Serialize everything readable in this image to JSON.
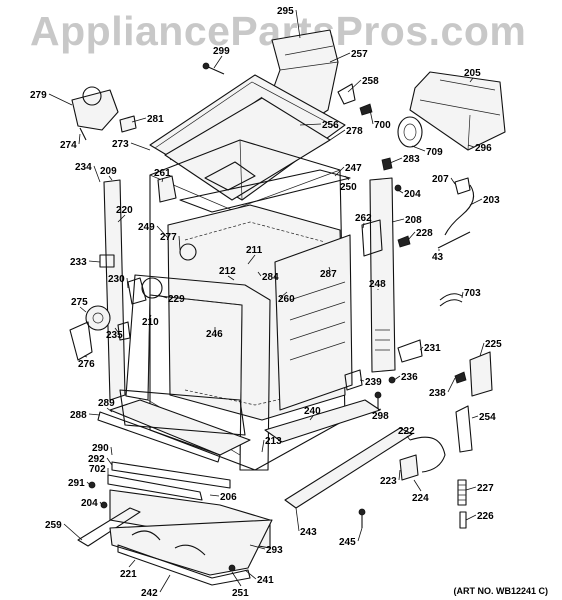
{
  "watermark": "AppliancePartsPros.com",
  "art_number": "(ART NO. WB12241 C)",
  "callouts": [
    {
      "id": "295"
    },
    {
      "id": "299"
    },
    {
      "id": "257"
    },
    {
      "id": "258"
    },
    {
      "id": "205"
    },
    {
      "id": "279"
    },
    {
      "id": "281"
    },
    {
      "id": "274"
    },
    {
      "id": "273"
    },
    {
      "id": "256"
    },
    {
      "id": "278"
    },
    {
      "id": "700"
    },
    {
      "id": "709"
    },
    {
      "id": "296"
    },
    {
      "id": "234"
    },
    {
      "id": "209"
    },
    {
      "id": "261"
    },
    {
      "id": "247"
    },
    {
      "id": "283"
    },
    {
      "id": "250"
    },
    {
      "id": "204"
    },
    {
      "id": "207"
    },
    {
      "id": "203"
    },
    {
      "id": "220"
    },
    {
      "id": "262"
    },
    {
      "id": "208"
    },
    {
      "id": "228"
    },
    {
      "id": "249"
    },
    {
      "id": "277"
    },
    {
      "id": "211"
    },
    {
      "id": "43"
    },
    {
      "id": "233"
    },
    {
      "id": "212"
    },
    {
      "id": "284"
    },
    {
      "id": "287"
    },
    {
      "id": "230"
    },
    {
      "id": "248"
    },
    {
      "id": "703"
    },
    {
      "id": "275"
    },
    {
      "id": "229"
    },
    {
      "id": "260"
    },
    {
      "id": "210"
    },
    {
      "id": "246"
    },
    {
      "id": "235"
    },
    {
      "id": "231"
    },
    {
      "id": "225"
    },
    {
      "id": "276"
    },
    {
      "id": "239"
    },
    {
      "id": "236"
    },
    {
      "id": "238"
    },
    {
      "id": "289"
    },
    {
      "id": "298"
    },
    {
      "id": "240"
    },
    {
      "id": "254"
    },
    {
      "id": "288"
    },
    {
      "id": "222"
    },
    {
      "id": "213"
    },
    {
      "id": "290"
    },
    {
      "id": "292"
    },
    {
      "id": "702"
    },
    {
      "id": "223"
    },
    {
      "id": "227"
    },
    {
      "id": "291"
    },
    {
      "id": "224"
    },
    {
      "id": "206"
    },
    {
      "id": "204"
    },
    {
      "id": "226"
    },
    {
      "id": "259"
    },
    {
      "id": "293"
    },
    {
      "id": "243"
    },
    {
      "id": "245"
    },
    {
      "id": "221"
    },
    {
      "id": "241"
    },
    {
      "id": "242"
    },
    {
      "id": "251"
    }
  ]
}
